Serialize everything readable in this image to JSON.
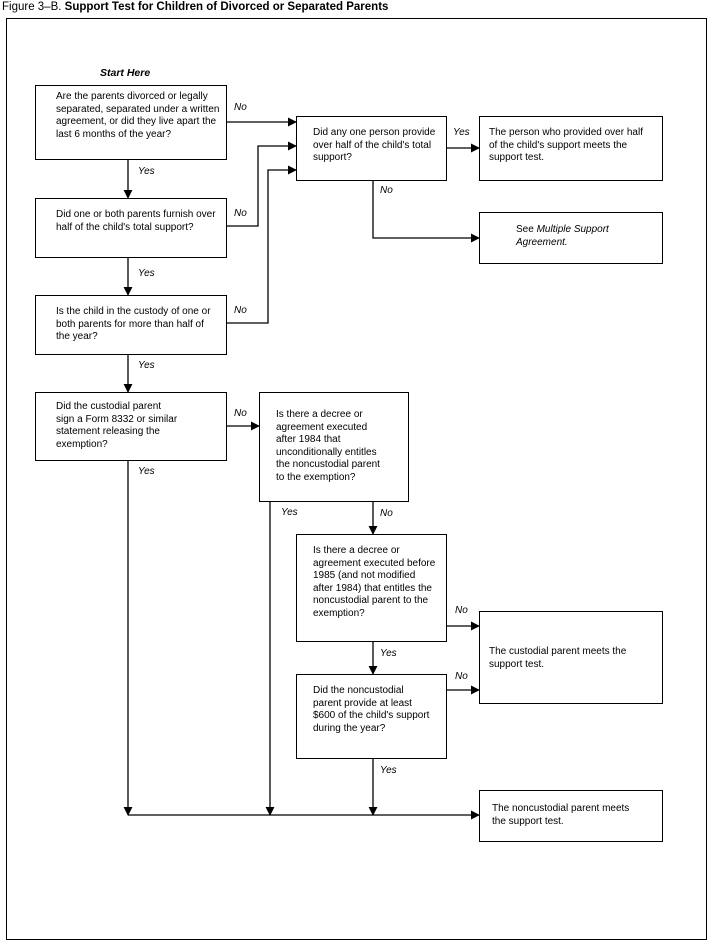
{
  "figure": {
    "label": "Figure 3–B.",
    "title": "Support Test for Children of Divorced or Separated Parents"
  },
  "start_label": "Start Here",
  "nodes": {
    "q_divorced": "Are the parents divorced or legally separated, separated under a written agreement, or did they live apart the last 6 months of the year?",
    "q_one_person": "Did any one person provide over half of the child's total support?",
    "r_person_meets": "The person who provided over half of the child's support meets the support test.",
    "q_parents_furnish": "Did one or both parents furnish over half of the child's total support?",
    "r_see_prefix": "See ",
    "r_see_italic": "Multiple Support Agreement.",
    "q_custody": "Is the child in the custody of one or both parents for more than half of the year?",
    "q_form8332": "Did the custodial parent sign a Form 8332 or similar statement releasing the exemption?",
    "q_decree_after1984": "Is there a decree or agreement executed after 1984 that unconditionally entitles the noncustodial parent to the exemption?",
    "q_decree_before1985": "Is there a decree or agreement executed before 1985 (and not modified after 1984) that entitles the noncustodial parent to the exemption?",
    "r_custodial_meets": "The custodial parent meets the support test.",
    "q_noncustodial_600": "Did the noncustodial parent provide at least $600 of the child's support during the year?",
    "r_noncustodial_meets": "The noncustodial parent meets the support test."
  },
  "edge_labels": {
    "yes": "Yes",
    "no": "No"
  }
}
